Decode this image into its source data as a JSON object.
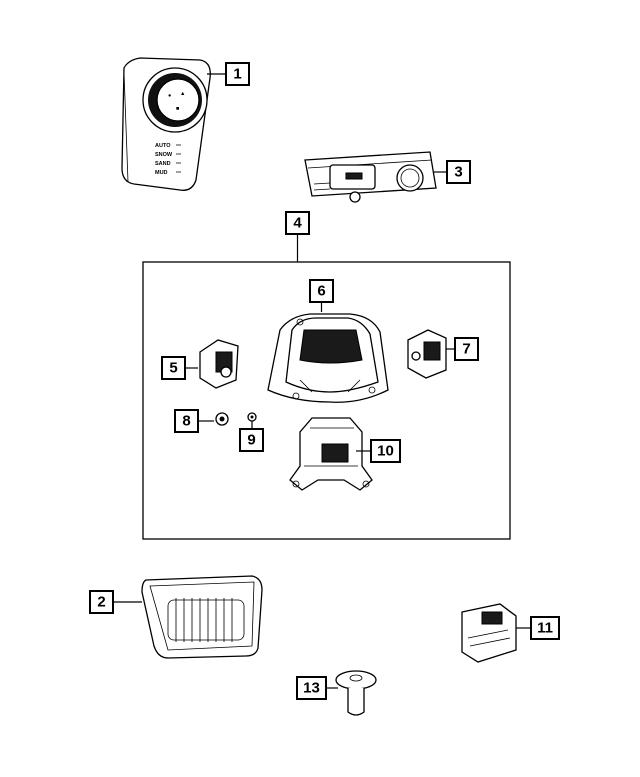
{
  "callouts": {
    "c1": "1",
    "c2": "2",
    "c3": "3",
    "c4": "4",
    "c5": "5",
    "c6": "6",
    "c7": "7",
    "c8": "8",
    "c9": "9",
    "c10": "10",
    "c11": "11",
    "c13": "13"
  },
  "part1_modes": [
    "AUTO",
    "SNOW",
    "SAND",
    "MUD"
  ]
}
